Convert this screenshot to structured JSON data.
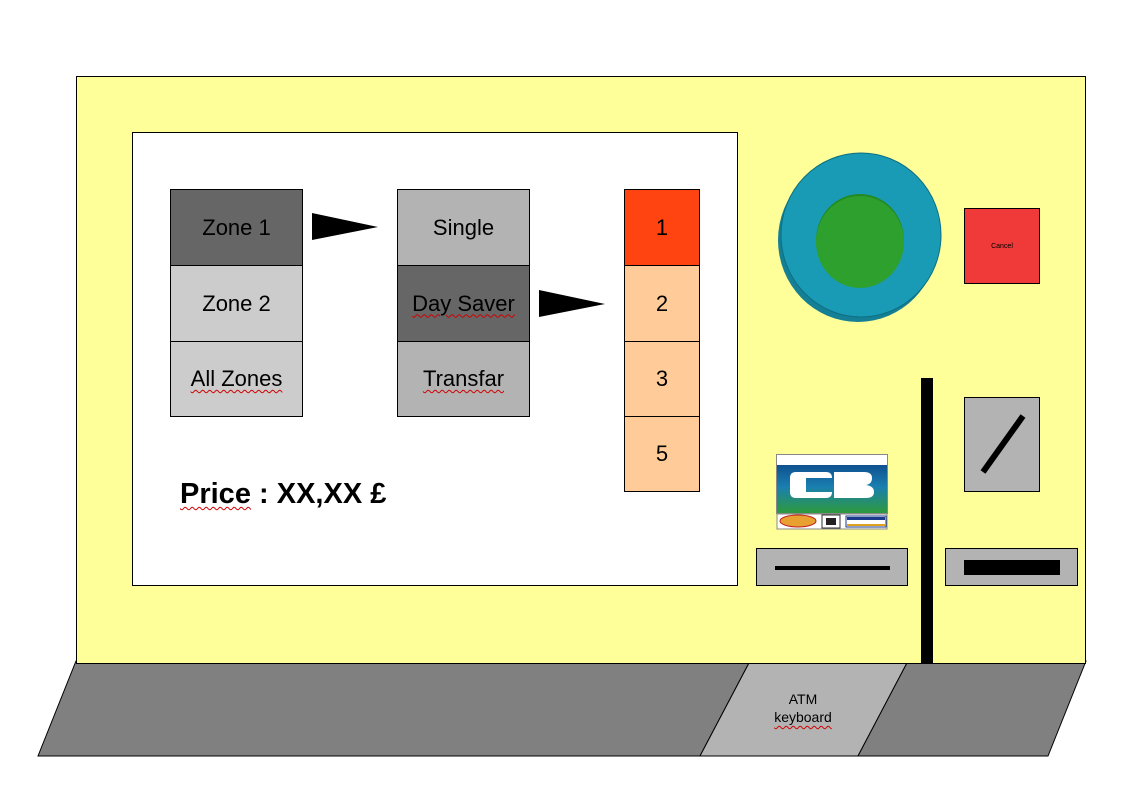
{
  "zones": {
    "items": [
      {
        "label": "Zone 1",
        "selected": true
      },
      {
        "label": "Zone 2",
        "selected": false
      },
      {
        "label": "All Zones",
        "selected": false
      }
    ]
  },
  "tickets": {
    "items": [
      {
        "label": "Single",
        "selected": false
      },
      {
        "label": "Day Saver",
        "selected": true
      },
      {
        "label": "Transfar",
        "selected": false
      }
    ]
  },
  "quantity": {
    "items": [
      {
        "label": "1",
        "selected": true
      },
      {
        "label": "2",
        "selected": false
      },
      {
        "label": "3",
        "selected": false
      },
      {
        "label": "5",
        "selected": false
      }
    ]
  },
  "price": {
    "label": "Price",
    "separator": " : ",
    "value": "XX,XX £"
  },
  "cancel_button": {
    "label": "Cancel"
  },
  "atm": {
    "line1": "ATM",
    "line2": "keyboard"
  },
  "card_logos": {
    "top": "CB",
    "bottom": [
      "MasterCard",
      "e",
      "VISA"
    ]
  },
  "colors": {
    "machine_body": "#ffff99",
    "confirm_outer": "#1a9bb5",
    "confirm_inner": "#2ea02e",
    "cancel": "#f03a3a",
    "selected_quantity": "#ff4411",
    "quantity": "#ffcc99",
    "counter": "#808080"
  }
}
